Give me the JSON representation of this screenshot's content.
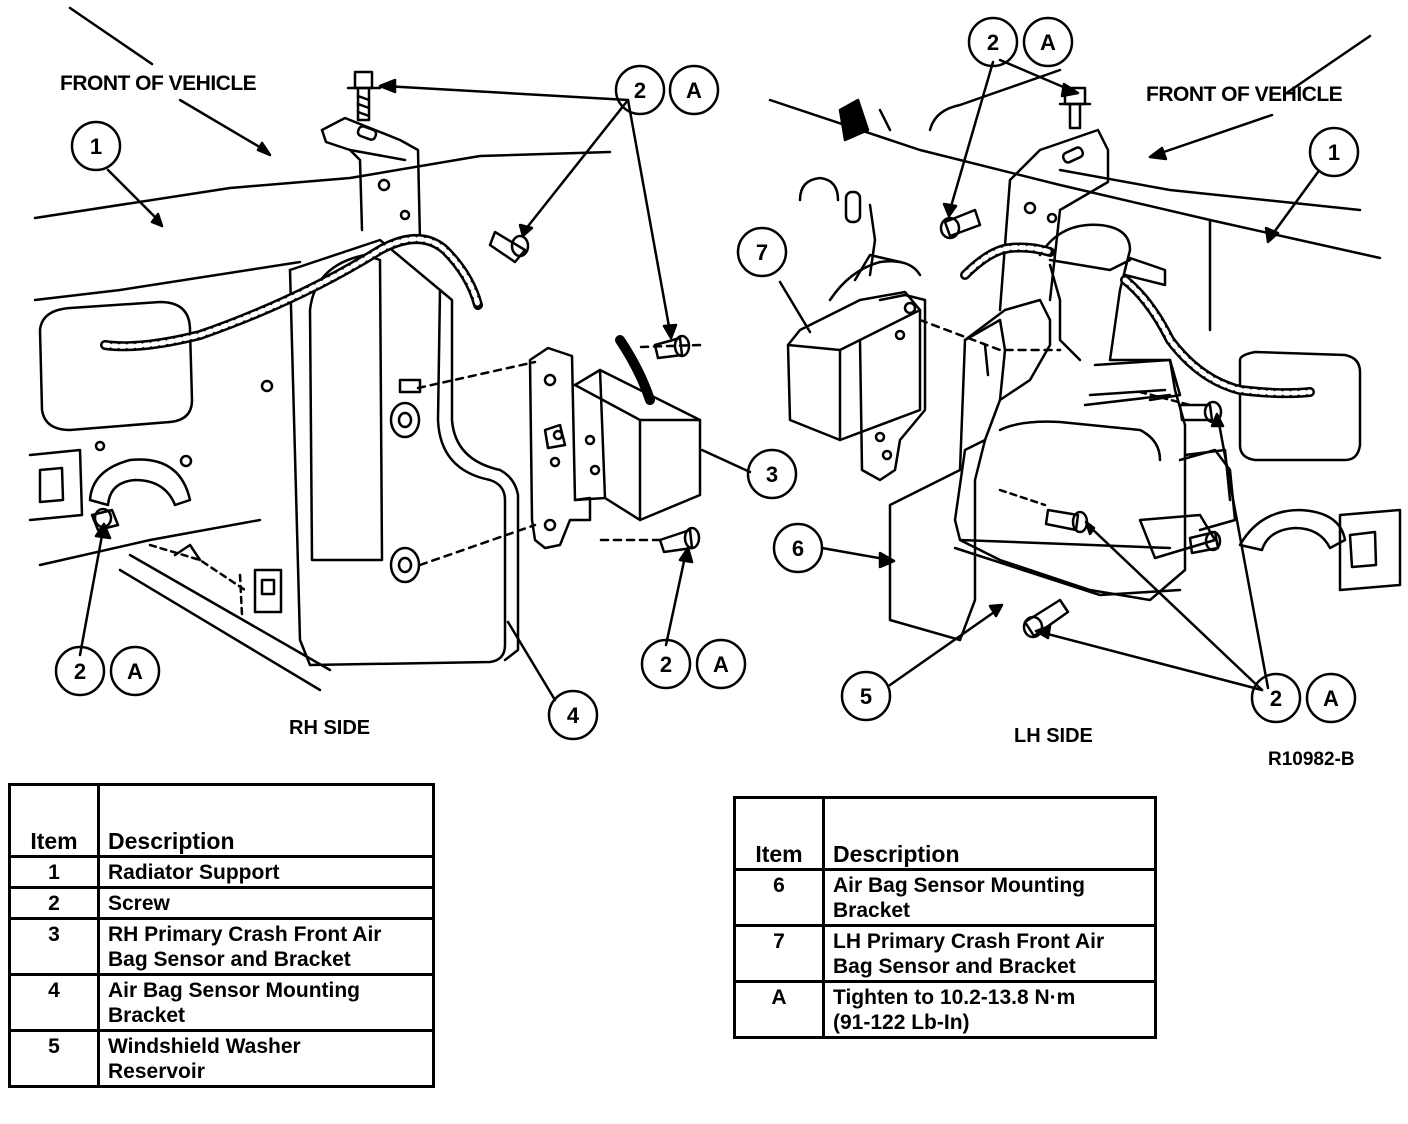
{
  "diagram": {
    "front_of_vehicle_left": "FRONT OF VEHICLE",
    "front_of_vehicle_right": "FRONT OF VEHICLE",
    "rh_side": "RH SIDE",
    "lh_side": "LH SIDE",
    "figure_code": "R10982-B",
    "callouts": {
      "c1": "1",
      "c2": "2",
      "c3": "3",
      "c4": "4",
      "c5": "5",
      "c6": "6",
      "c7": "7",
      "cA": "A"
    }
  },
  "table_left": {
    "headers": {
      "item": "Item",
      "description": "Description"
    },
    "rows": [
      {
        "item": "1",
        "description": [
          "Radiator Support"
        ]
      },
      {
        "item": "2",
        "description": [
          "Screw"
        ]
      },
      {
        "item": "3",
        "description": [
          "RH Primary Crash Front Air",
          "Bag Sensor and Bracket"
        ]
      },
      {
        "item": "4",
        "description": [
          "Air Bag Sensor Mounting",
          "Bracket"
        ]
      },
      {
        "item": "5",
        "description": [
          "Windshield Washer",
          "Reservoir"
        ]
      }
    ]
  },
  "table_right": {
    "headers": {
      "item": "Item",
      "description": "Description"
    },
    "rows": [
      {
        "item": "6",
        "description": [
          "Air Bag Sensor Mounting",
          "Bracket"
        ]
      },
      {
        "item": "7",
        "description": [
          "LH Primary Crash Front Air",
          "Bag Sensor and Bracket"
        ]
      },
      {
        "item": "A",
        "description": [
          "Tighten to 10.2-13.8 N·m",
          "(91-122 Lb-In)"
        ]
      }
    ]
  }
}
